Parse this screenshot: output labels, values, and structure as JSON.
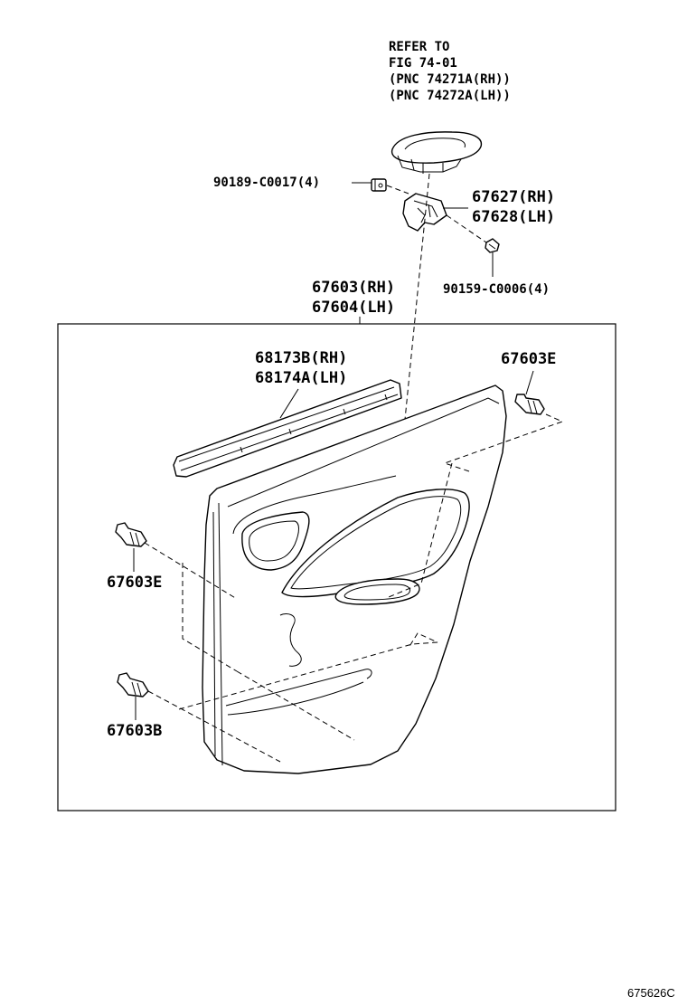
{
  "refer": {
    "line1": "REFER TO",
    "line2": "FIG 74-01",
    "line3": "(PNC 74271A(RH))",
    "line4": "(PNC 74272A(LH))"
  },
  "labels": {
    "clip_90189": "90189-C0017(4)",
    "bracket_rh": "67627(RH)",
    "bracket_lh": "67628(LH)",
    "screw_90159": "90159-C0006(4)",
    "board_rh": "67603(RH)",
    "board_lh": "67604(LH)",
    "weatherstrip_rh": "68173B(RH)",
    "weatherstrip_lh": "68174A(LH)",
    "clip_e_right": "67603E",
    "clip_e_left": "67603E",
    "clip_b": "67603B"
  },
  "diagram_id": "675626C"
}
